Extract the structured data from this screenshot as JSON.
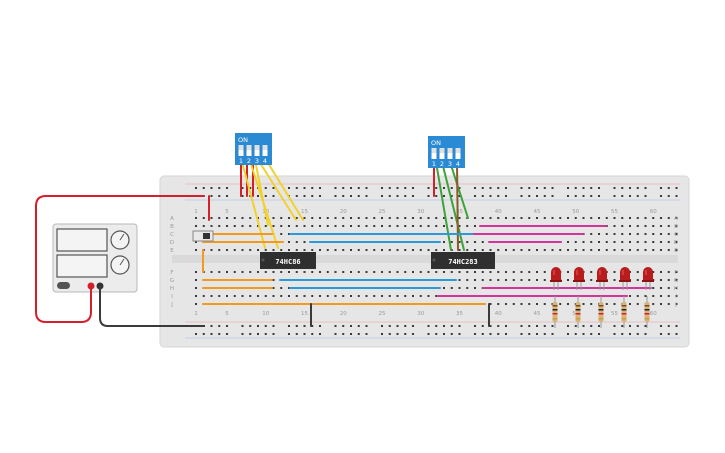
{
  "breadboard": {
    "column_numbers": [
      "1",
      "5",
      "10",
      "15",
      "20",
      "25",
      "30",
      "35",
      "40",
      "45",
      "50",
      "55",
      "60"
    ],
    "row_letters_top": [
      "A",
      "B",
      "C",
      "D",
      "E"
    ],
    "row_letters_bottom": [
      "F",
      "G",
      "H",
      "I",
      "J"
    ],
    "column_count": 63
  },
  "chips": [
    {
      "label": "74HC86"
    },
    {
      "label": "74HC283"
    }
  ],
  "dip_switches": [
    {
      "on_label": "ON",
      "pins": [
        "1",
        "2",
        "3",
        "4"
      ]
    },
    {
      "on_label": "ON",
      "pins": [
        "1",
        "2",
        "3",
        "4"
      ]
    }
  ],
  "leds": {
    "count": 5,
    "color": "#b81c1c"
  },
  "resistors": {
    "count": 5
  },
  "power_supply": {
    "terminals": [
      "positive",
      "negative"
    ]
  },
  "colors": {
    "red_wire": "#d4202a",
    "black_wire": "#3a3a3a",
    "yellow_wire": "#f2d22a",
    "green_wire": "#3aa33a",
    "blue_wire": "#2a9ad8",
    "orange_wire": "#f29a1e",
    "magenta_wire": "#d4339a",
    "brown_wire": "#8a5a2a",
    "breadboard": "#e6e6e6",
    "dip_switch": "#2a8ad4"
  }
}
